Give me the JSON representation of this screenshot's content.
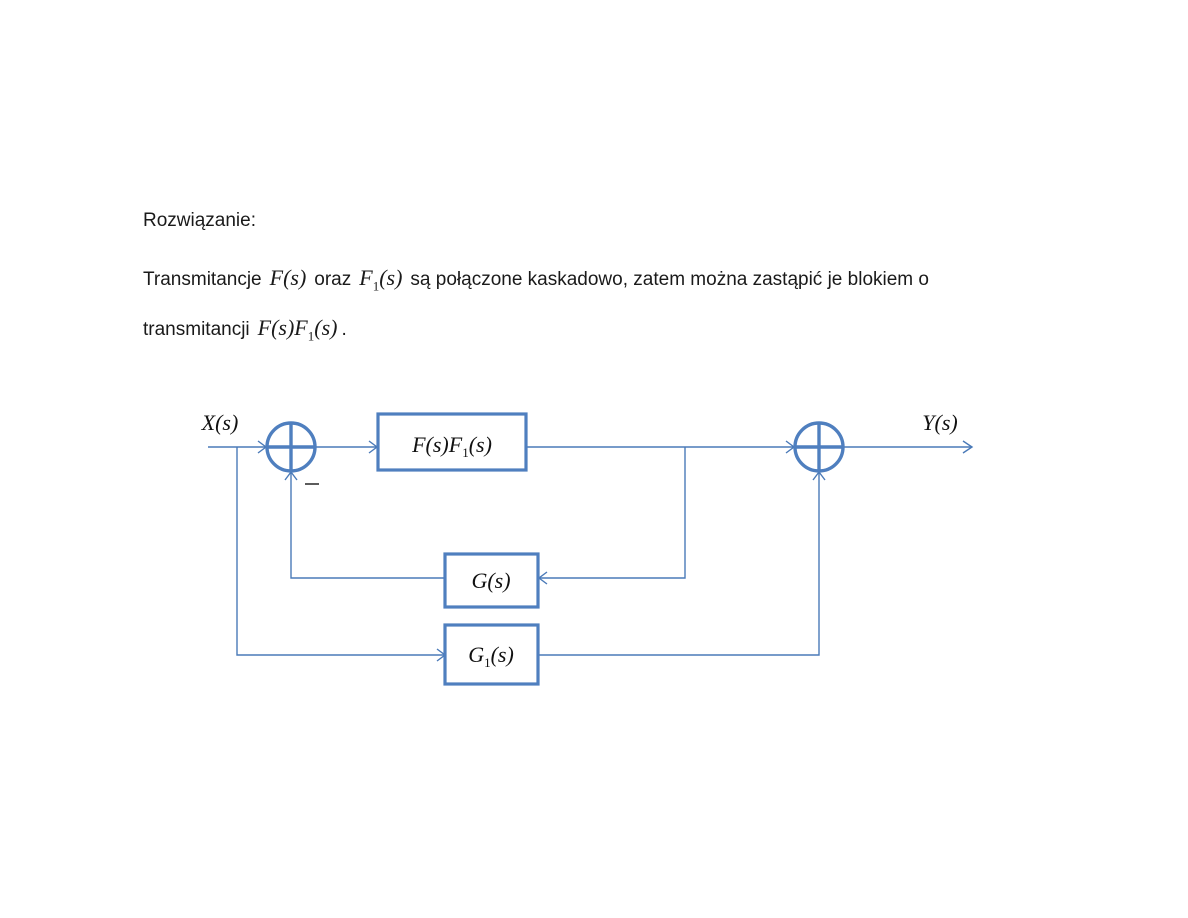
{
  "text": {
    "heading": "Rozwiązanie:",
    "line1_part1": "Transmitancje",
    "line1_math1": "F(s)",
    "line1_part2": "oraz",
    "line1_math2_main": "F",
    "line1_math2_sub": "1",
    "line1_math2_arg": "(s)",
    "line1_part3": "są połączone kaskadowo, zatem można zastąpić je blokiem o",
    "line2_part1": "transmitancji",
    "line2_math_main1": "F(s)F",
    "line2_math_sub": "1",
    "line2_math_arg": "(s)",
    "line2_end": "."
  },
  "diagram": {
    "input_label": "X(s)",
    "output_label": "Y(s)",
    "block_forward_main": "F(s)F",
    "block_forward_sub": "1",
    "block_forward_arg": "(s)",
    "block_feedback": "G(s)",
    "block_parallel_main": "G",
    "block_parallel_sub": "1",
    "block_parallel_arg": "(s)",
    "feedback_sign": "minus",
    "colors": {
      "blocks": "#4f7fbf",
      "wires": "#4a7ab8"
    }
  }
}
